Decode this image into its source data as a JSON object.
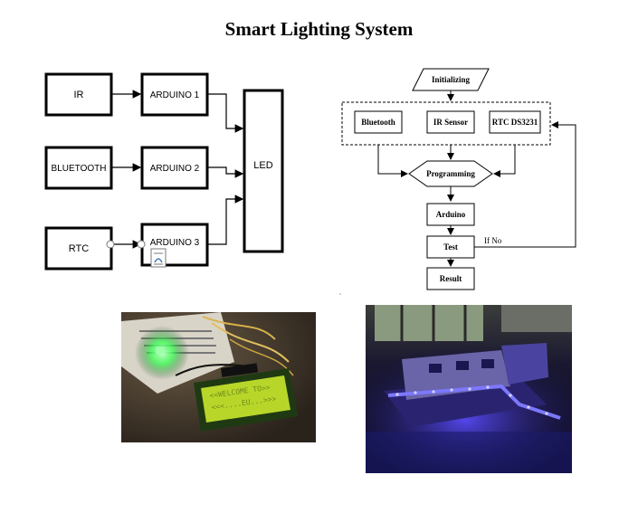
{
  "title": "Smart Lighting System",
  "block_diagram": {
    "inputs": [
      "IR",
      "BLUETOOTH",
      "RTC"
    ],
    "controllers": [
      "ARDUINO 1",
      "ARDUINO 2",
      "ARDUINO 3"
    ],
    "output": "LED"
  },
  "flowchart": {
    "start": "Initializing",
    "modules": [
      "Bluetooth",
      "IR Sensor",
      "RTC DS3231"
    ],
    "decision": "Programming",
    "controller": "Arduino",
    "test": "Test",
    "loop_label": "If No",
    "end": "Result"
  },
  "photos": {
    "lcd_text_line1": "<<WELCOME TO>>",
    "lcd_text_line2": "<<<....EU...>>>"
  },
  "colors": {
    "lcd_green": "#b8d62a",
    "led_blue": "#3a2cff"
  }
}
